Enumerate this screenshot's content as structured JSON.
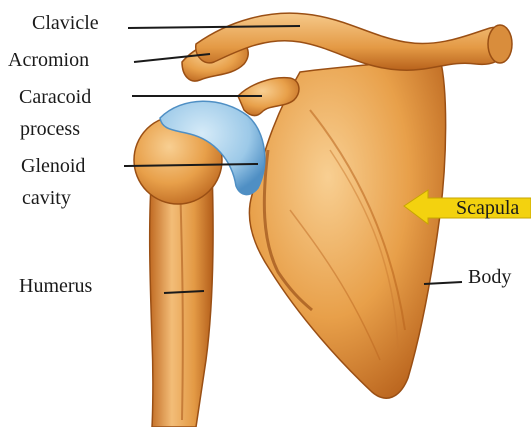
{
  "diagram": {
    "labels": {
      "clavicle": "Clavicle",
      "acromion": "Acromion",
      "coracoid_line1": "Caracoid",
      "coracoid_line2": "process",
      "glenoid_line1": "Glenoid",
      "glenoid_line2": "cavity",
      "humerus": "Humerus",
      "scapula": "Scapula",
      "body": "Body"
    },
    "colors": {
      "bone": "#e8a04a",
      "bone_shadow": "#b8621c",
      "bone_highlight": "#f6c98a",
      "cartilage": "#9cc9e8",
      "cartilage_edge": "#4f8fc4",
      "arrow": "#f3d20f",
      "arrow_edge": "#c7a600",
      "leader_line": "#1a1a1a"
    }
  }
}
